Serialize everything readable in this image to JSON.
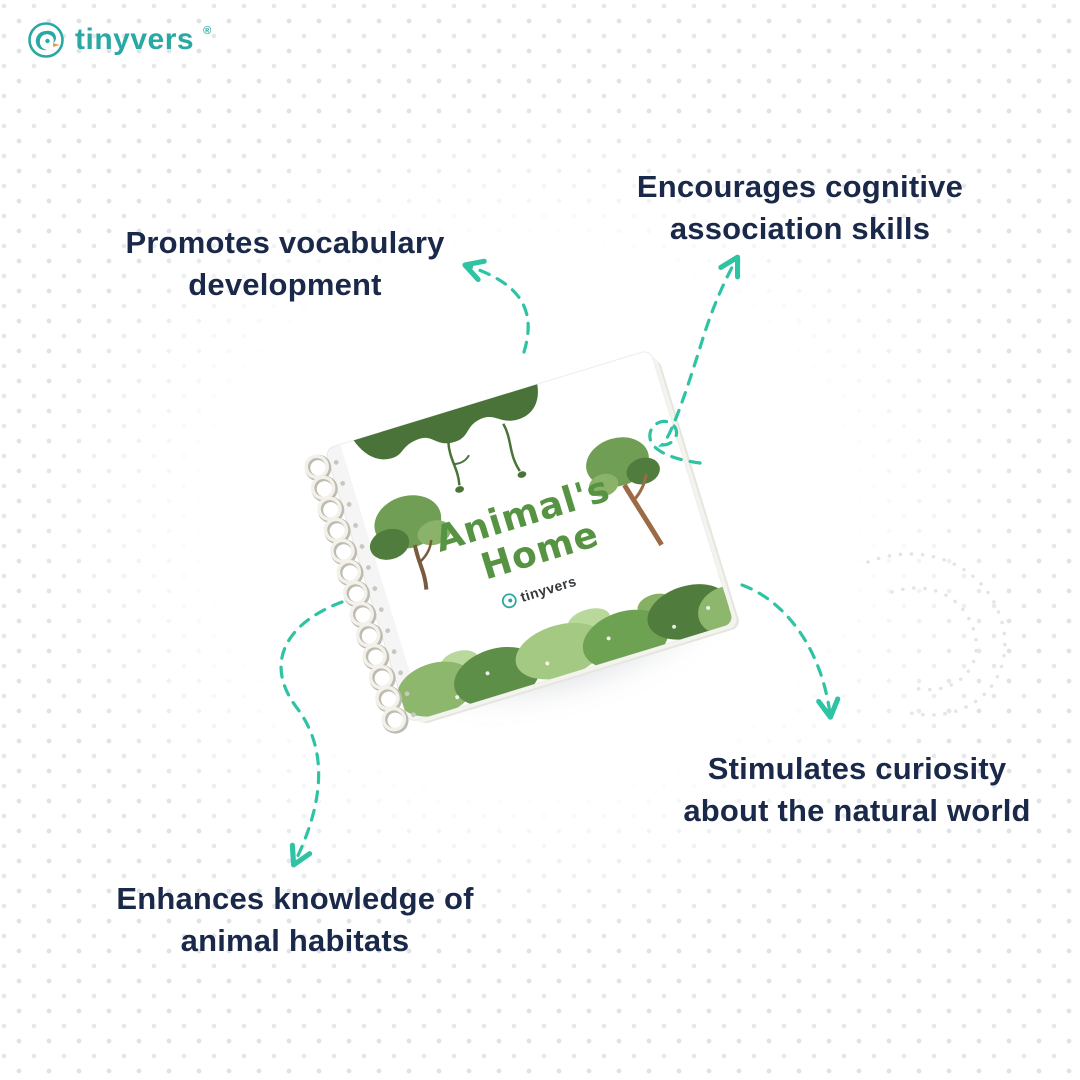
{
  "brand": {
    "name": "tinyvers",
    "registered": "®"
  },
  "benefits": {
    "top_left": {
      "line1": "Promotes vocabulary",
      "line2": "development"
    },
    "top_right": {
      "line1": "Encourages cognitive",
      "line2": "association skills"
    },
    "bottom_right": {
      "line1": "Stimulates curiosity",
      "line2": "about the natural world"
    },
    "bottom_left": {
      "line1": "Enhances knowledge of",
      "line2": "animal habitats"
    }
  },
  "book": {
    "title_line1": "Animal's",
    "title_line2": "Home",
    "cover_brand": "tinyvers"
  },
  "colors": {
    "accent_teal": "#2ec3a3",
    "brand_teal": "#2aa8a4",
    "heading_navy": "#1a2949",
    "cover_title_green": "#569343",
    "dot_gray": "#dfe3e7"
  }
}
